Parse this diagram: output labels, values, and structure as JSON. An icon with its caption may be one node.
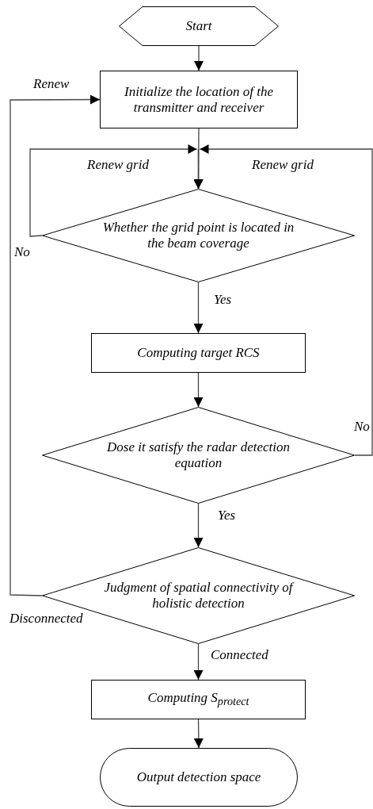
{
  "diagram": {
    "nodes": [
      {
        "text": [
          "Start"
        ]
      },
      {
        "text": [
          "Initialize the location of the transmitter and receiver"
        ]
      },
      {
        "text": [
          "Whether the grid point is located in the beam coverage"
        ]
      },
      {
        "text": [
          "Computing target RCS"
        ]
      },
      {
        "text": [
          "Dose it satisfy the radar detection equation"
        ]
      },
      {
        "text": [
          "Judgment of spatial connectivity of holistic detection"
        ]
      },
      {
        "text": [
          "Computing S$_{protect}$"
        ]
      },
      {
        "text": [
          "Output detection space"
        ]
      }
    ],
    "edges": [
      {
        "from": 0,
        "to": 1,
        "arrow": "to"
      },
      {
        "from": 1,
        "to": 2,
        "arrow": "to"
      },
      {
        "from": 2,
        "to": 2,
        "arrow": "to",
        "label": "No"
      },
      {
        "from": 2,
        "to": 3,
        "arrow": "to",
        "label": "Yes"
      },
      {
        "from": 3,
        "to": 4,
        "arrow": "to"
      },
      {
        "from": 4,
        "to": 2,
        "arrow": "to",
        "label": "No"
      },
      {
        "from": 4,
        "to": 5,
        "arrow": "to",
        "label": "Yes"
      },
      {
        "from": 5,
        "to": 1,
        "arrow": "to",
        "label": "Disconnected"
      },
      {
        "from": 5,
        "to": 6,
        "arrow": "to",
        "label": "Connected"
      },
      {
        "from": 6,
        "to": 7,
        "arrow": "to"
      }
    ],
    "labels": [
      "Renew",
      "Renew grid",
      "Renew grid"
    ]
  }
}
